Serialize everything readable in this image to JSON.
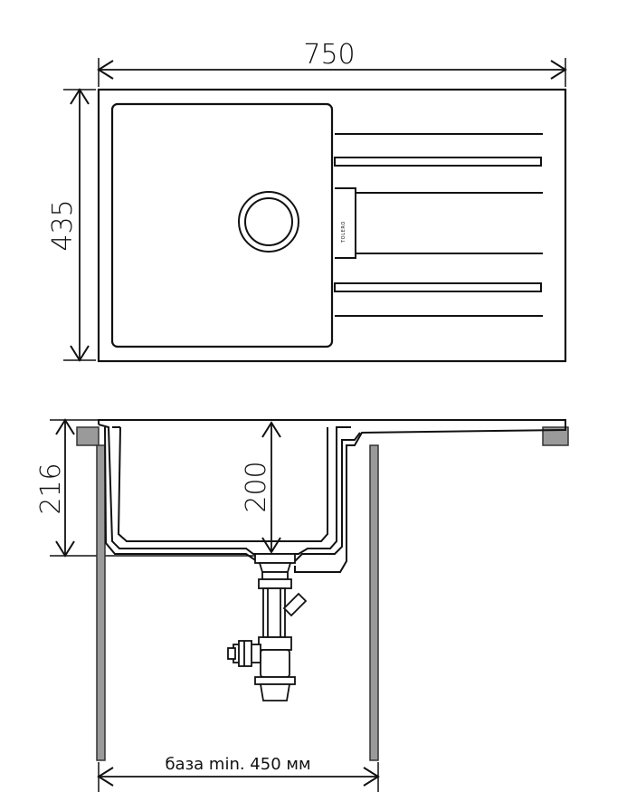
{
  "top_view": {
    "width_label": "750",
    "depth_label": "435",
    "brand_label": "TOLERO"
  },
  "side_view": {
    "height_label": "216",
    "bowl_depth_label": "200",
    "base_label": "база min. 450 мм"
  },
  "colors": {
    "line": "#111111",
    "support": "#9a9a9a",
    "support_stroke": "#333333"
  }
}
